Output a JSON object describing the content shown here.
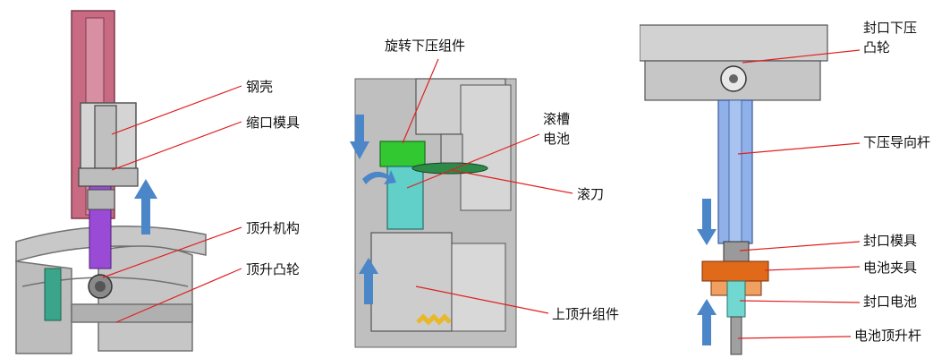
{
  "panels": [
    {
      "labels": [
        "钢壳",
        "缩口模具",
        "顶升机构",
        "顶升凸轮"
      ]
    },
    {
      "labels": [
        "旋转下压组件",
        "滚槽",
        "电池",
        "滚刀",
        "上顶升组件"
      ]
    },
    {
      "labels": [
        "封口下压",
        "凸轮",
        "下压导向杆",
        "封口模具",
        "电池夹具",
        "封口电池",
        "电池顶升杆"
      ]
    }
  ],
  "colors": {
    "leader_line": "#e02020",
    "arrow_blue": "#4a86c8",
    "pink_plate": "#c96a83",
    "purple_rod": "#9a4bd6",
    "teal_plate": "#3aa58a",
    "green_head": "#32c832",
    "cyan_block": "#60d0c8",
    "yellow_spring": "#e8b828",
    "blue_rod": "#8fb0e8",
    "orange_part": "#e06a1a"
  }
}
